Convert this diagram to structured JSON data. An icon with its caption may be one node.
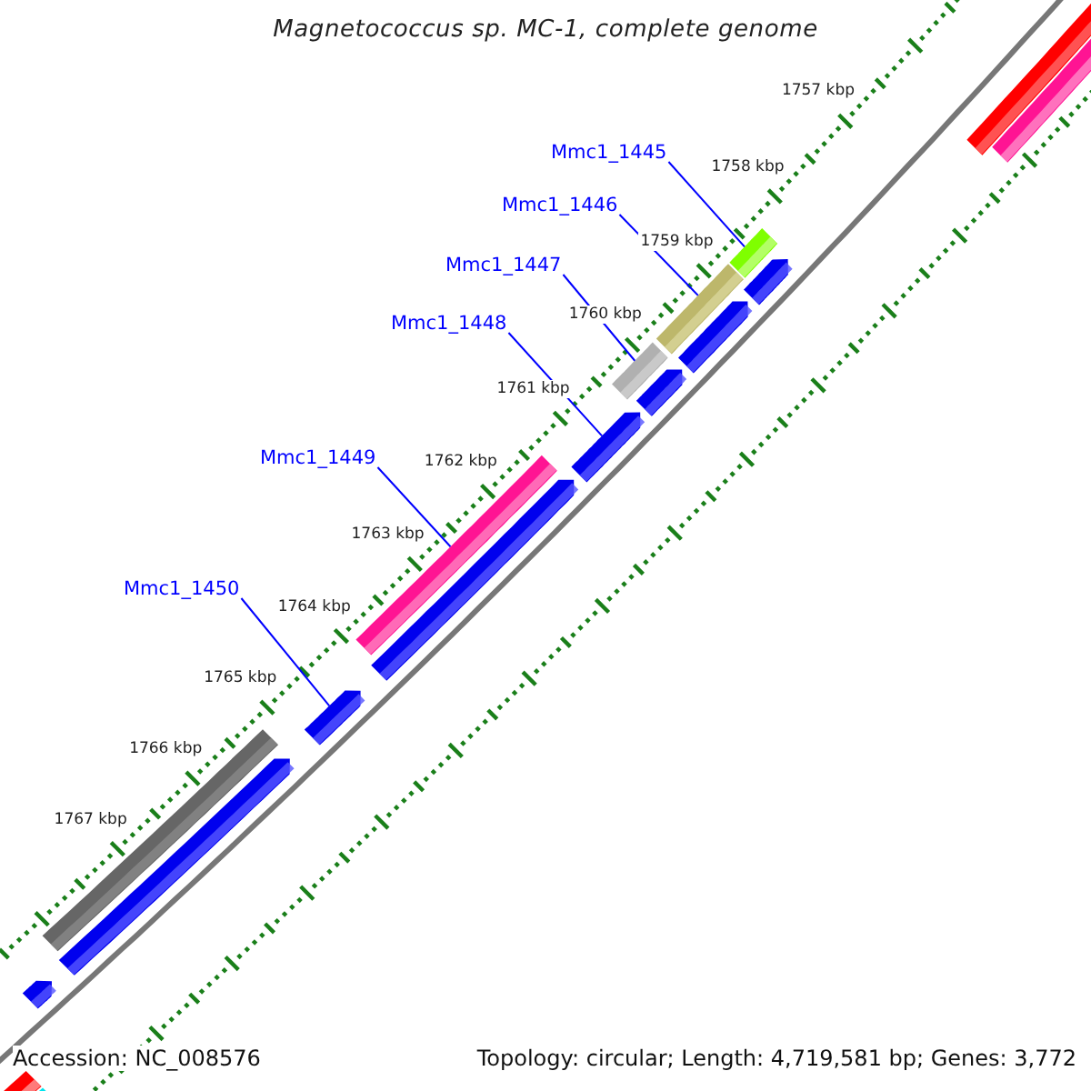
{
  "diagram": {
    "title": "Magnetococcus sp. MC-1, complete genome",
    "nodes": [
      {
        "text": [
          "Mmc1_1445"
        ]
      },
      {
        "text": [
          "Mmc1_1446"
        ]
      },
      {
        "text": [
          "Mmc1_1447"
        ]
      },
      {
        "text": [
          "Mmc1_1448"
        ]
      },
      {
        "text": [
          "Mmc1_1449"
        ]
      },
      {
        "text": [
          "Mmc1_1450"
        ]
      },
      {
        "text": [],
        "shape": "bar"
      },
      {
        "text": [],
        "shape": "bar"
      },
      {
        "text": [],
        "shape": "bar"
      },
      {
        "text": [],
        "shape": "arrow"
      },
      {
        "text": [],
        "shape": "bar"
      },
      {
        "text": [],
        "shape": "arrow"
      },
      {
        "text": [],
        "shape": "bar"
      },
      {
        "text": [],
        "shape": "arrow"
      },
      {
        "text": [],
        "shape": "arrow"
      },
      {
        "text": [],
        "shape": "bar"
      },
      {
        "text": [],
        "shape": "arrow"
      },
      {
        "text": [],
        "shape": "arrow"
      },
      {
        "text": [],
        "shape": "bar"
      },
      {
        "text": [],
        "shape": "arrow"
      },
      {
        "text": [],
        "shape": "arrow"
      },
      {
        "text": [],
        "shape": "bar"
      },
      {
        "text": [],
        "shape": "bar"
      }
    ],
    "edges": [
      {
        "from": 0,
        "to": 8,
        "arrow": "none"
      },
      {
        "from": 1,
        "to": 10,
        "arrow": "none"
      },
      {
        "from": 2,
        "to": 12,
        "arrow": "none"
      },
      {
        "from": 3,
        "to": 14,
        "arrow": "none"
      },
      {
        "from": 4,
        "to": 15,
        "arrow": "none"
      },
      {
        "from": 5,
        "to": 17,
        "arrow": "none"
      }
    ],
    "labels": [
      "1757 kbp",
      "1758 kbp",
      "1759 kbp",
      "1760 kbp",
      "1761 kbp",
      "1762 kbp",
      "1763 kbp",
      "1764 kbp",
      "1765 kbp",
      "1766 kbp",
      "1767 kbp",
      "Accession: NC_008576",
      "Topology: circular; Length: 4,719,581 bp; Genes: 3,772"
    ]
  }
}
